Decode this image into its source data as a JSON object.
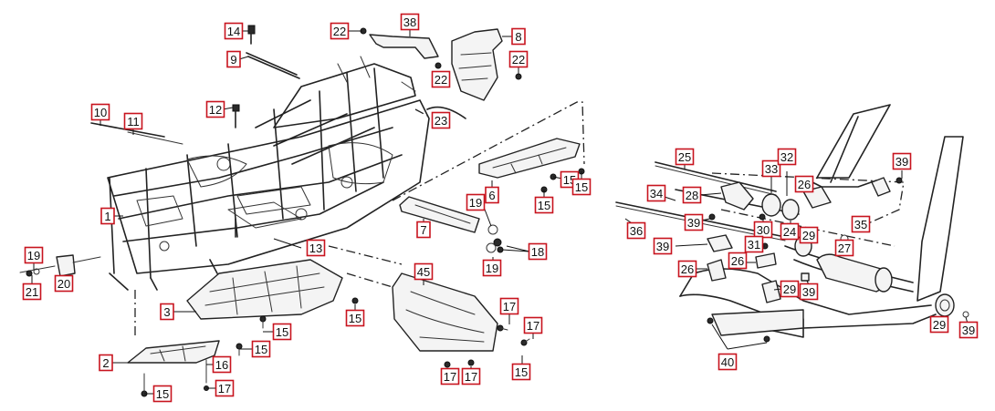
{
  "diagram": {
    "colors": {
      "callout_border": "#c8141e",
      "line": "#222222",
      "background": "#ffffff"
    },
    "callouts": [
      {
        "label": "14"
      },
      {
        "label": "9"
      },
      {
        "label": "12"
      },
      {
        "label": "10"
      },
      {
        "label": "11"
      },
      {
        "label": "1"
      },
      {
        "label": "19"
      },
      {
        "label": "21"
      },
      {
        "label": "20"
      },
      {
        "label": "13"
      },
      {
        "label": "3"
      },
      {
        "label": "15"
      },
      {
        "label": "15"
      },
      {
        "label": "2"
      },
      {
        "label": "16"
      },
      {
        "label": "15"
      },
      {
        "label": "17"
      },
      {
        "label": "22"
      },
      {
        "label": "38"
      },
      {
        "label": "8"
      },
      {
        "label": "22"
      },
      {
        "label": "22"
      },
      {
        "label": "23"
      },
      {
        "label": "6"
      },
      {
        "label": "15"
      },
      {
        "label": "15"
      },
      {
        "label": "15"
      },
      {
        "label": "7"
      },
      {
        "label": "19"
      },
      {
        "label": "18"
      },
      {
        "label": "19"
      },
      {
        "label": "45"
      },
      {
        "label": "15"
      },
      {
        "label": "17"
      },
      {
        "label": "17"
      },
      {
        "label": "17"
      },
      {
        "label": "15"
      },
      {
        "label": "17"
      },
      {
        "label": "25"
      },
      {
        "label": "33"
      },
      {
        "label": "32"
      },
      {
        "label": "28"
      },
      {
        "label": "26"
      },
      {
        "label": "39"
      },
      {
        "label": "34"
      },
      {
        "label": "39"
      },
      {
        "label": "30"
      },
      {
        "label": "24"
      },
      {
        "label": "29"
      },
      {
        "label": "35"
      },
      {
        "label": "36"
      },
      {
        "label": "39"
      },
      {
        "label": "31"
      },
      {
        "label": "27"
      },
      {
        "label": "26"
      },
      {
        "label": "26"
      },
      {
        "label": "29"
      },
      {
        "label": "39"
      },
      {
        "label": "40"
      },
      {
        "label": "29"
      },
      {
        "label": "39"
      }
    ]
  }
}
